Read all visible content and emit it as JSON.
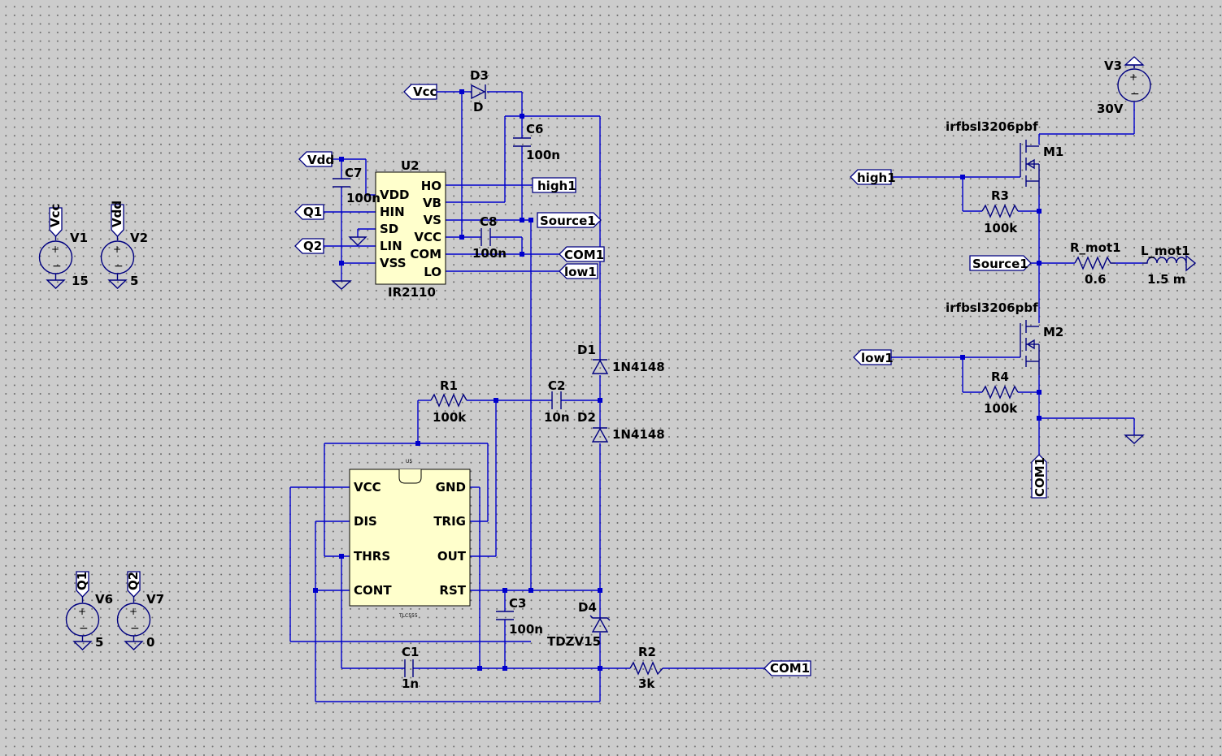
{
  "colors": {
    "background": "#cccccc",
    "wire": "#0000cc",
    "symbol": "#000080",
    "chip_fill": "#ffffcc",
    "label_fill": "#ffffff"
  },
  "components": {
    "V1": {
      "ref": "V1",
      "value": "15",
      "net": "Vcc"
    },
    "V2": {
      "ref": "V2",
      "value": "5",
      "net": "Vdd"
    },
    "V6": {
      "ref": "V6",
      "value": "5",
      "net": "Q1"
    },
    "V7": {
      "ref": "V7",
      "value": "0",
      "net": "Q2"
    },
    "V3": {
      "ref": "V3",
      "value": "30V"
    },
    "U2": {
      "ref": "U2",
      "part": "IR2110",
      "pins_left": [
        "VDD",
        "HIN",
        "SD",
        "LIN",
        "VSS"
      ],
      "pins_right": [
        "HO",
        "VB",
        "VS",
        "VCC",
        "COM",
        "LO"
      ]
    },
    "U5": {
      "ref": "U5",
      "part": "TLC555",
      "pins_left": [
        "VCC",
        "DIS",
        "THRS",
        "CONT"
      ],
      "pins_right": [
        "GND",
        "TRIG",
        "OUT",
        "RST"
      ]
    },
    "D3": {
      "ref": "D3",
      "value": "D"
    },
    "C6": {
      "ref": "C6",
      "value": "100n"
    },
    "C7": {
      "ref": "C7",
      "value": "100n"
    },
    "C8": {
      "ref": "C8",
      "value": "100n"
    },
    "D1": {
      "ref": "D1",
      "value": "1N4148"
    },
    "D2": {
      "ref": "D2",
      "value": "1N4148"
    },
    "R1": {
      "ref": "R1",
      "value": "100k"
    },
    "C2": {
      "ref": "C2",
      "value": "10n"
    },
    "C3": {
      "ref": "C3",
      "value": "100n"
    },
    "C1": {
      "ref": "C1",
      "value": "1n"
    },
    "D4": {
      "ref": "D4",
      "value": "TDZV15"
    },
    "R2": {
      "ref": "R2",
      "value": "3k"
    },
    "M1": {
      "ref": "M1",
      "value": "irfbsl3206pbf"
    },
    "M2": {
      "ref": "M2",
      "value": "irfbsl3206pbf"
    },
    "R3": {
      "ref": "R3",
      "value": "100k"
    },
    "R4": {
      "ref": "R4",
      "value": "100k"
    },
    "R_mot1": {
      "ref": "R_mot1",
      "value": "0.6"
    },
    "L_mot1": {
      "ref": "L_mot1",
      "value": "1.5 m"
    }
  },
  "net_labels": {
    "vcc_top": "Vcc",
    "vdd_top": "Vdd",
    "q1_in": "Q1",
    "q2_in": "Q2",
    "high1_u2": "high1",
    "source1_u2": "Source1",
    "com1_u2": "COM1",
    "low1_u2": "low1",
    "com1_r2": "COM1",
    "high1_m1": "high1",
    "source1_mid": "Source1",
    "low1_m2": "low1",
    "com1_bottom": "COM1"
  }
}
